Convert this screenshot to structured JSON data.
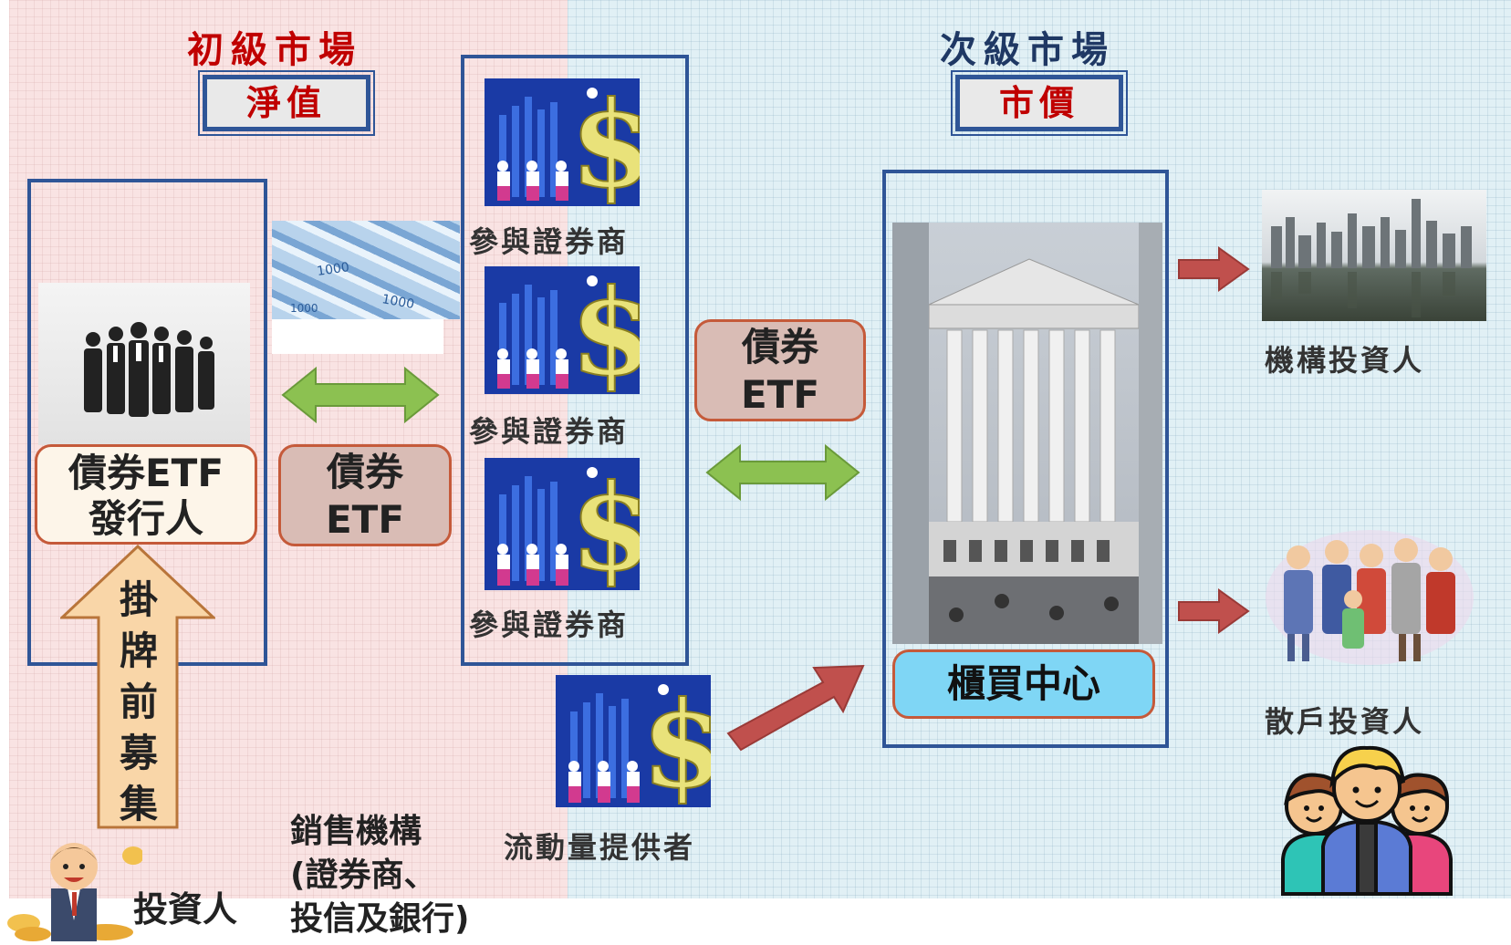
{
  "primary_market": {
    "title": "初級市場",
    "price_label": "淨值"
  },
  "secondary_market": {
    "title": "次級市場",
    "price_label": "市價"
  },
  "issuer": {
    "label_line1": "債券ETF",
    "label_line2": "發行人"
  },
  "bond_etf_left": {
    "line1": "債券",
    "line2": "ETF"
  },
  "bond_etf_right": {
    "line1": "債券",
    "line2": "ETF"
  },
  "dealers": {
    "label": "參與證券商"
  },
  "otc_center": {
    "label": "櫃買中心"
  },
  "liquidity_provider": {
    "label": "流動量提供者"
  },
  "institutional_investor": {
    "label": "機構投資人"
  },
  "retail_investor": {
    "label": "散戶投資人"
  },
  "pre_listing": {
    "chars": [
      "掛",
      "牌",
      "前",
      "募",
      "集"
    ]
  },
  "investor": {
    "label": "投資人"
  },
  "sales_agency": {
    "line1": "銷售機構",
    "line2": "(證券商、",
    "line3": "投信及銀行)"
  },
  "colors": {
    "frame": "#2f5597",
    "red_title": "#c00000",
    "green_arrow": "#8cc151",
    "red_arrow": "#c0504d",
    "otc_fill": "#7fd6f5",
    "etf_pill": "#d9bcb5",
    "issuer_pill": "#fdf5e9"
  }
}
